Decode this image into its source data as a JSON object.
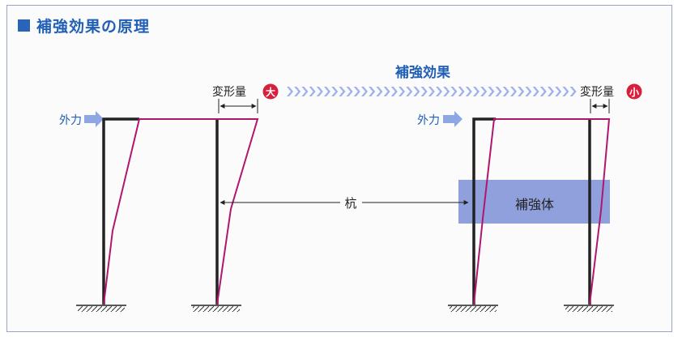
{
  "title": "補強効果の原理",
  "effect_label": "補強効果",
  "external_force_label": "外力",
  "deformation_label": "変形量",
  "large_badge": "大",
  "small_badge": "小",
  "pile_label": "杭",
  "reinforcement_label": "補強体",
  "colors": {
    "title_blue": "#1f5fb5",
    "frame_black": "#222222",
    "deformed_magenta": "#b0166f",
    "badge_red": "#d8203c",
    "arrow_blue": "#8ea6e3",
    "reinforcement_fill": "#7b8fd6",
    "chevron_blue": "#9db1ec"
  }
}
